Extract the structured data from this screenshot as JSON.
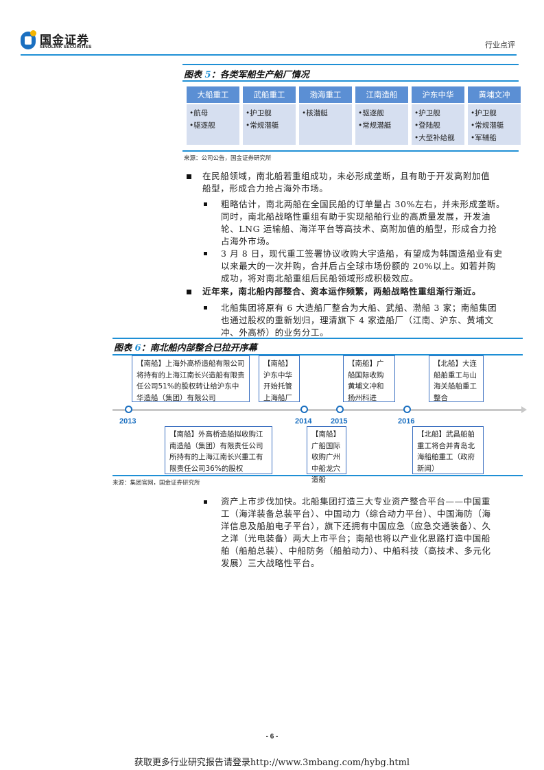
{
  "header": {
    "logo_cn": "国金证券",
    "logo_en": "SINOLINK SECURITIES",
    "report_type": "行业点评"
  },
  "figure5": {
    "label": "图表",
    "num": "5",
    "title": "：各类军船生产船厂情况",
    "yards": [
      {
        "name": "大船重工",
        "items": [
          "•航母",
          "•驱逐舰"
        ]
      },
      {
        "name": "武船重工",
        "items": [
          "•护卫舰",
          "•常规潜艇"
        ]
      },
      {
        "name": "渤海重工",
        "items": [
          "•核潜艇"
        ]
      },
      {
        "name": "江南造船",
        "items": [
          "•驱逐舰",
          "•常规潜艇"
        ]
      },
      {
        "name": "沪东中华",
        "items": [
          "•护卫舰",
          "•登陆舰",
          "•大型补给舰"
        ]
      },
      {
        "name": "黄埔文冲",
        "items": [
          "•护卫舰",
          "•常规潜艇",
          "•军辅船"
        ]
      }
    ],
    "source": "来源：公司公告，国金证券研究所"
  },
  "body1": {
    "p1": "在民船领域，南北船若重组成功，未必形成垄断，且有助于开发高附加值船型，形成合力抢占海外市场。",
    "p1_l1": "在民船领域，南北船若重组成功，未必形成垄断，且有助于开发高附加值",
    "p1_l2": "船型，形成合力抢占海外市场。",
    "p2_l1": "粗略估计，南北两船在全国民船的订单量占 30%左右，并未形成垄断。",
    "p2_l2": "同时，南北船战略性重组有助于实现船舶行业的高质量发展，开发油",
    "p2_l3": "轮、LNG 运输船、海洋平台等高技术、高附加值的船型，形成合力抢",
    "p2_l4": "占海外市场。",
    "p3_l1": "3 月 8 日，现代重工签署协议收购大宇造船，有望成为韩国造船业有史",
    "p3_l2": "以来最大的一次并购，合并后占全球市场份额的 20%以上。如若并购",
    "p3_l3": "成功，将对南北船重组后民船领域形成积极效应。",
    "p4": "近年来，南北船内部整合、资本运作频繁，两船战略性重组渐行渐近。",
    "p5_l1": "北船集团将原有 6 大造船厂整合为大船、武船、渤船 3 家；南船集团",
    "p5_l2": "也通过股权的重新划归，理清旗下 4 家造船厂（江南、沪东、黄埔文",
    "p5_l3": "冲、外高桥）的业务分工。"
  },
  "figure6": {
    "label": "图表",
    "num": "6",
    "title": "：南北船内部整合已拉开序幕",
    "years": [
      "2013",
      "2014",
      "2015",
      "2016"
    ],
    "events_top": [
      {
        "text": "【南船】上海外高桥造船有限公司将持有的上海江南长兴造船有限责任公司51%的股权转让给沪东中华造船（集团）有限公司"
      },
      {
        "text": "【南船】沪东中华开始托管上海船厂"
      },
      {
        "text": "【南船】广船国际收购黄埔文冲和扬州科进"
      },
      {
        "text": "【北船】大连船舶重工与山海关船舶重工整合"
      }
    ],
    "events_bottom": [
      {
        "text": "【南船】外高桥造船拟收购江南造船（集团）有限责任公司所持有的上海江南长兴重工有限责任公司36%的股权"
      },
      {
        "text": "【南船】广船国际收购广州中船龙穴造船"
      },
      {
        "text": "【北船】武昌船舶重工将合并青岛北海船舶重工（政府新闻）"
      }
    ],
    "source": "来源：集团官网，国金证券研究所"
  },
  "body2": {
    "p6_l1": "资产上市步伐加快。北船集团打造三大专业资产整合平台——中国重",
    "p6_l2": "工（海洋装备总装平台）、中国动力（综合动力平台）、中国海防（海",
    "p6_l3": "洋信息及船舶电子平台），旗下还拥有中国应急（应急交通装备）、久",
    "p6_l4": "之洋（光电装备）两大上市平台；南船也将以产业化思路打造中国船",
    "p6_l5": "舶（船舶总装）、中船防务（船舶动力）、中船科技（高技术、多元化",
    "p6_l6": "发展）三大战略性平台。"
  },
  "footer": {
    "page": "- 6 -",
    "link": "获取更多行业研究报告请登录http://www.3mbang.com/hybg.html"
  },
  "colors": {
    "accent_blue": "#1e8fd5",
    "header_cell": "#5b8fd4",
    "body_cell": "#d6dff0",
    "timeline_blue": "#1a6fc0"
  }
}
